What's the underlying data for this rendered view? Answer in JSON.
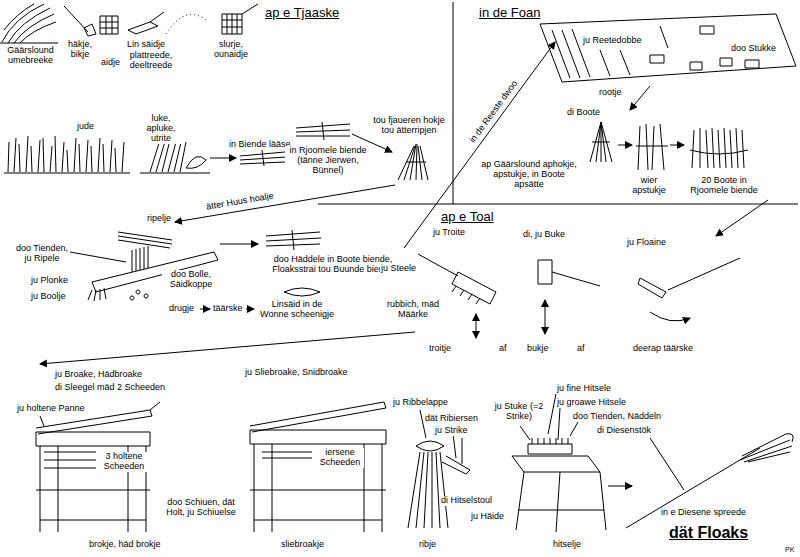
{
  "diagram": {
    "title": "dät Floaks",
    "labels": [
      "ap e Tjaaske",
      "in de Foan",
      "ap e Toal",
      "Gäärslound umebreeke",
      "häkje, bikje",
      "aidje",
      "Lin säidje",
      "plattreede, deeltreede",
      "slurje, ounaidje",
      "ju Reetedobbe",
      "doo Stukke",
      "rootje",
      "di Boote",
      "ap Gäärslound aphokje, apstukje, in Boote apsätte",
      "wier apstukje",
      "20 Boote in Rjoomele biende",
      "in de Reeste dwoo",
      "jude",
      "luke, apluke, utrite",
      "in Biende lääse",
      "tou fjaueren hokje tou ätterripjen",
      "in Rjoomele biende (tänne Jierwen, Bünnel)",
      "ätter Huus hoalje",
      "ripelje",
      "doo Tienden, ju Ripele",
      "ju Plonke",
      "ju Boolje",
      "doo Bolle, Säidkoppe",
      "doo Häddele in Boote biende, Floaksstrai tou Buunde biende",
      "drugje",
      "täärske",
      "Linsäid in de Wonne scheenigje",
      "ju Troite",
      "ju Steele",
      "rubbich, mäd Määrke",
      "troitje",
      "af",
      "di, ju Buke",
      "bukje",
      "af",
      "ju Floaine",
      "deerap täärske",
      "ju Broake, Hädbroake",
      "di Sleegel mäd 2 Scheeden",
      "ju holtene Panne",
      "3 holtene Scheeden",
      "doo Schiuen, dät Holt, ju Schiuelse",
      "brokje, häd brokje",
      "ju Sliebroake, Snidbroake",
      "iersene Scheeden",
      "sliebroakje",
      "ju Ribbelappe",
      "dät Ribiersen",
      "ju Strike",
      "ribje",
      "ju Stuke (=2 Strike)",
      "ju fine Hitsele",
      "ju groawe Hitsele",
      "doo Tienden, Näddeln",
      "di Diesenstök",
      "di Hitselstoul",
      "ju Häide",
      "hitselje",
      "in e Diesene spreede",
      "PK"
    ]
  }
}
